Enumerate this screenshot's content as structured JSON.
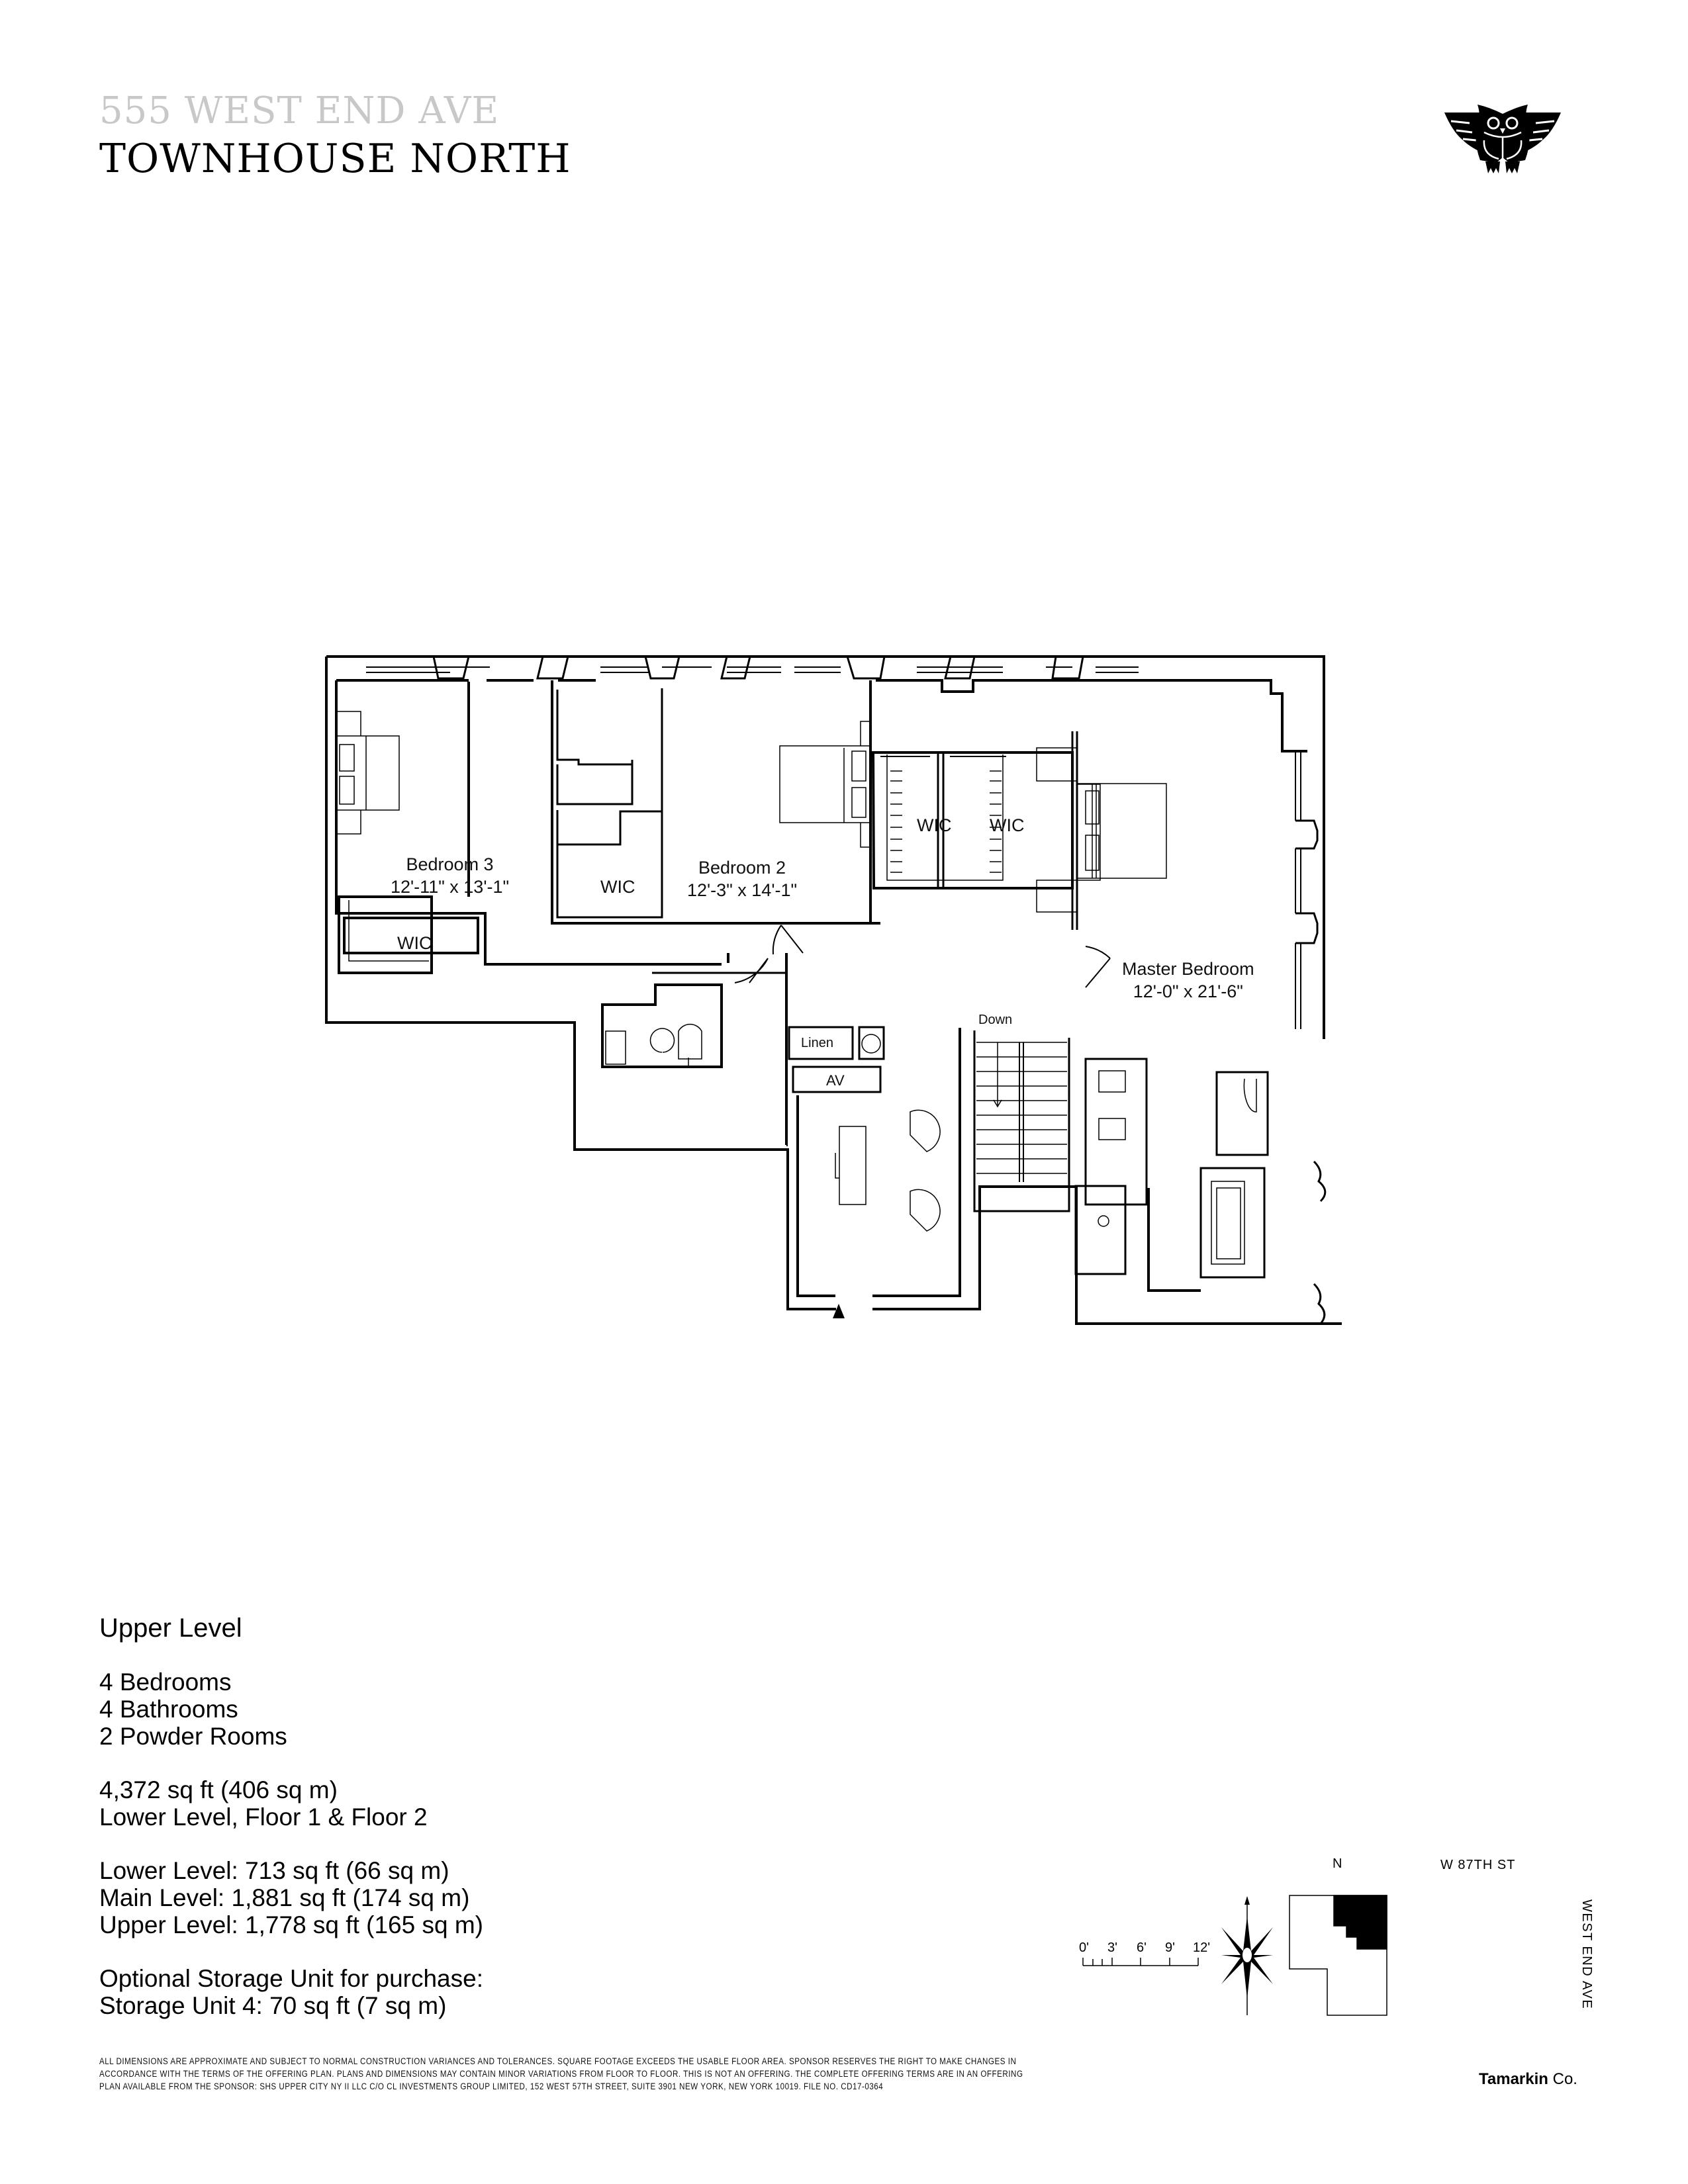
{
  "header": {
    "address": "555 WEST END AVE",
    "unit": "TOWNHOUSE NORTH",
    "logo_icon": "owl-logo-icon"
  },
  "plan": {
    "rooms": [
      {
        "name": "Bedroom 3",
        "dims": "12'-11\" x 13'-1\""
      },
      {
        "name": "Bedroom 2",
        "dims": "12'-3\" x 14'-1\""
      },
      {
        "name": "Master Bedroom",
        "dims": "12'-0\" x 21'-6\""
      }
    ],
    "closets": [
      "WIC",
      "WIC",
      "WIC",
      "WIC"
    ],
    "utility_labels": {
      "linen": "Linen",
      "av": "AV",
      "stair": "Down"
    },
    "entry_marker_icon": "entry-arrow-icon"
  },
  "summary": {
    "title": "Upper Level",
    "features": [
      "4 Bedrooms",
      "4 Bathrooms",
      "2 Powder Rooms"
    ],
    "total_area": "4,372 sq ft (406 sq m)",
    "total_area_note": "Lower Level, Floor 1 & Floor 2",
    "levels": [
      "Lower Level: 713 sq ft (66 sq m)",
      "Main Level: 1,881 sq ft (174 sq m)",
      "Upper Level: 1,778 sq ft (165 sq m)"
    ],
    "storage_heading": "Optional Storage Unit for purchase:",
    "storage_detail": "Storage Unit 4: 70 sq ft (7 sq m)"
  },
  "scale_bar": {
    "ticks": [
      "0'",
      "3'",
      "6'",
      "9'",
      "12'"
    ]
  },
  "compass": {
    "label": "N",
    "icon": "compass-rose-icon"
  },
  "keyplan": {
    "street": "W 87TH ST",
    "avenue": "WEST END AVE"
  },
  "disclaimer": [
    "ALL DIMENSIONS ARE APPROXIMATE AND SUBJECT TO NORMAL CONSTRUCTION VARIANCES AND TOLERANCES. SQUARE FOOTAGE EXCEEDS THE USABLE FLOOR AREA. SPONSOR RESERVES THE RIGHT TO MAKE CHANGES IN",
    "ACCORDANCE WITH THE TERMS OF THE OFFERING PLAN. PLANS AND DIMENSIONS MAY CONTAIN MINOR VARIATIONS FROM FLOOR TO FLOOR. THIS IS NOT AN OFFERING. THE COMPLETE OFFERING TERMS ARE IN AN OFFERING",
    "PLAN AVAILABLE FROM THE SPONSOR: SHS UPPER CITY NY II LLC C/O CL INVESTMENTS GROUP LIMITED,  152 WEST 57TH STREET, SUITE 3901 NEW YORK, NEW YORK 10019. FILE NO. CD17-0364"
  ],
  "brand": {
    "bold": "Tamarkin",
    "regular": " Co."
  }
}
